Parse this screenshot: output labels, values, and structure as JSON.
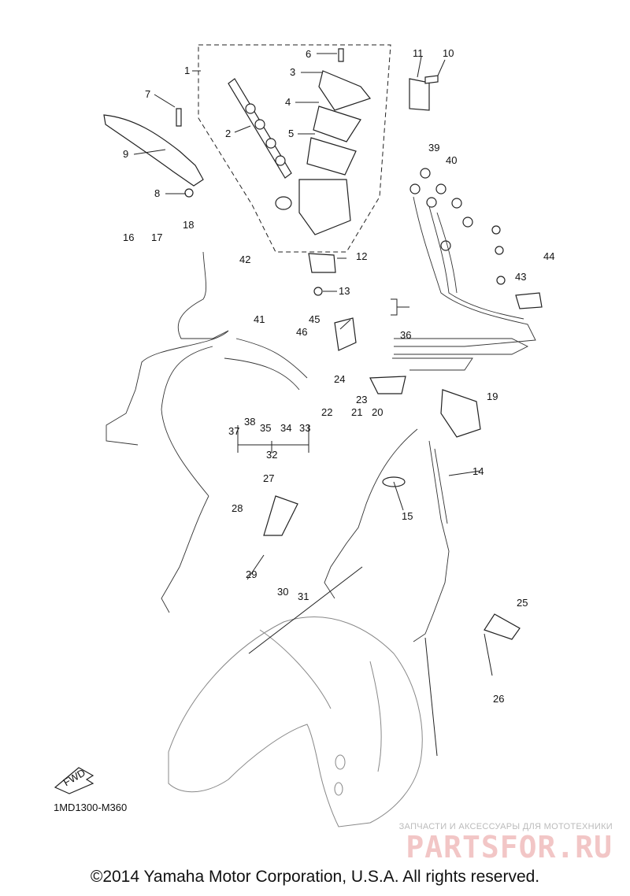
{
  "callouts": [
    "1",
    "2",
    "3",
    "4",
    "5",
    "6",
    "7",
    "8",
    "9",
    "10",
    "11",
    "12",
    "13",
    "14",
    "15",
    "16",
    "17",
    "18",
    "19",
    "20",
    "21",
    "22",
    "23",
    "24",
    "25",
    "26",
    "27",
    "28",
    "29",
    "30",
    "31",
    "32",
    "33",
    "34",
    "35",
    "36",
    "37",
    "38",
    "39",
    "40",
    "41",
    "42",
    "43",
    "44",
    "45",
    "46"
  ],
  "diagram_code": "1MD1300-M360",
  "fwd_label": "FWD",
  "watermark": {
    "line1": "ЗАПЧАСТИ И АКСЕССУАРЫ ДЛЯ МОТОТЕХНИКИ",
    "logo": "PARTSFOR.RU"
  },
  "copyright": "©2014 Yamaha Motor Corporation, U.S.A. All rights reserved."
}
